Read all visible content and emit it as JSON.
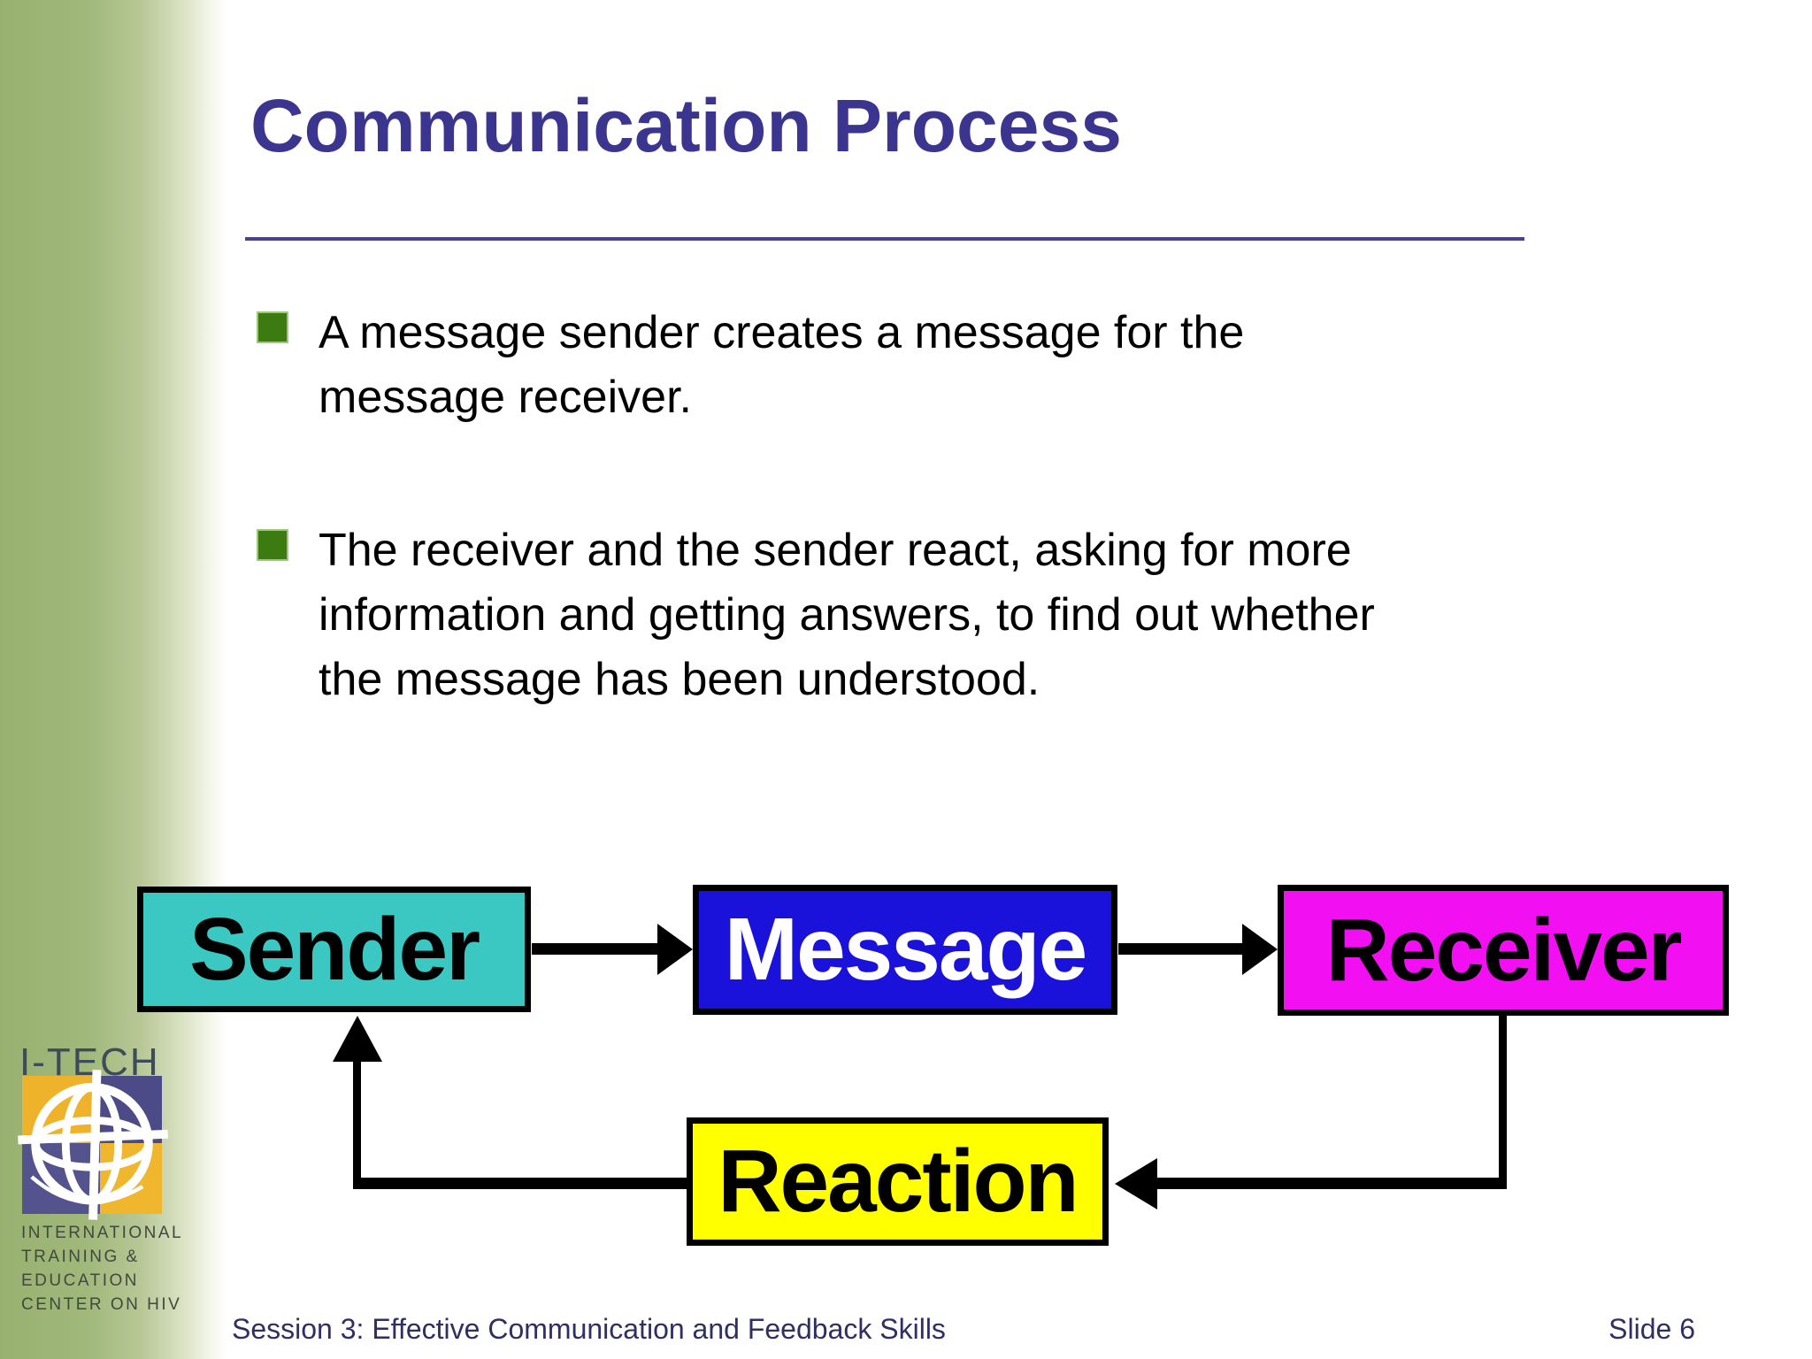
{
  "slide": {
    "title": "Communication Process",
    "bullets": [
      "A message sender creates a message for the message receiver.",
      "The receiver and the sender react, asking for more information and getting answers, to find out whether the message has been understood."
    ],
    "footer": {
      "session": "Session 3: Effective Communication and Feedback Skills",
      "slide_number": "Slide 6"
    }
  },
  "diagram": {
    "nodes": [
      {
        "label": "Sender",
        "fill": "#3BC8C2",
        "text_color": "#000000"
      },
      {
        "label": "Message",
        "fill": "#1A12DB",
        "text_color": "#FFFFFF"
      },
      {
        "label": "Receiver",
        "fill": "#F20FF2",
        "text_color": "#000000"
      },
      {
        "label": "Reaction",
        "fill": "#FFFF00",
        "text_color": "#000000"
      }
    ],
    "connections": [
      [
        "Sender",
        "Message"
      ],
      [
        "Message",
        "Receiver"
      ],
      [
        "Receiver",
        "Reaction"
      ],
      [
        "Reaction",
        "Sender"
      ]
    ]
  },
  "logo": {
    "wordmark": "I-TECH",
    "tagline_lines": [
      "INTERNATIONAL",
      "TRAINING &",
      "EDUCATION",
      "CENTER ON HIV"
    ],
    "colors": {
      "yellow": "#EFB32B",
      "purple": "#4D4B87"
    }
  },
  "theme": {
    "title_color": "#3C3590",
    "bullet_marker_color": "#3C7B12",
    "footer_color": "#2F2F63",
    "sidebar_green": "#98B170",
    "arrow_color": "#000000"
  }
}
